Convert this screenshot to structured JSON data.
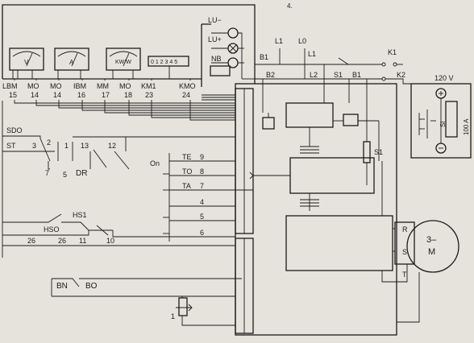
{
  "header_mark": "4.",
  "meters": [
    {
      "scale": "V",
      "name": "LBM",
      "num": "15"
    },
    {
      "scale": "A",
      "name": "MO",
      "num": "14"
    },
    {
      "scale": "KW/W",
      "name": "MO",
      "num": "14"
    }
  ],
  "meter_labels": [
    {
      "name": "LBM",
      "num": "15"
    },
    {
      "name": "MO",
      "num": "14"
    },
    {
      "name": "MO",
      "num": "14"
    },
    {
      "name": "IBM",
      "num": "16"
    },
    {
      "name": "MM",
      "num": "17"
    },
    {
      "name": "MO",
      "num": "18"
    },
    {
      "name": "KM1",
      "num": "23"
    },
    {
      "name": "KMO",
      "num": "24"
    }
  ],
  "counter_digits": "0 1 2 3 4 5",
  "lamps": {
    "lu_minus": "LU−",
    "lu_plus": "LU+",
    "nb": "NB"
  },
  "supply_labels": {
    "l1_left": "L1",
    "l0": "L0",
    "l1": "L1",
    "b1": "B1",
    "k1": "K1",
    "k2": "K2",
    "b2": "B2",
    "l2": "L2",
    "s1": "S1",
    "b1b": "B1"
  },
  "battery": {
    "voltage": "120 V",
    "fuse": "Si",
    "fuse_rating": "100 A"
  },
  "s1_label": "S1",
  "motor": {
    "label": "3~\nM",
    "line1": "3–",
    "line2": "M",
    "r": "R",
    "s": "S",
    "t": "T"
  },
  "left_switches": {
    "sdo": "SDO",
    "st": "ST",
    "st_num": "3",
    "n2": "2",
    "n1": "1",
    "n13": "13",
    "n12": "12",
    "dr": "DR",
    "n7": "7",
    "n5": "5"
  },
  "terminals": [
    {
      "name": "TE",
      "num": "9"
    },
    {
      "name": "TO",
      "num": "8"
    },
    {
      "name": "TA",
      "num": "7"
    },
    {
      "name": "",
      "num": "4"
    },
    {
      "name": "",
      "num": "5"
    },
    {
      "name": "",
      "num": "6"
    }
  ],
  "on_label": "On",
  "hs": {
    "hs1": "HS1",
    "hso": "HSO",
    "n26a": "26",
    "n26b": "26",
    "n11": "11",
    "n10": "10"
  },
  "bottom": {
    "bn": "BN",
    "bo": "BO",
    "n1": "1"
  }
}
